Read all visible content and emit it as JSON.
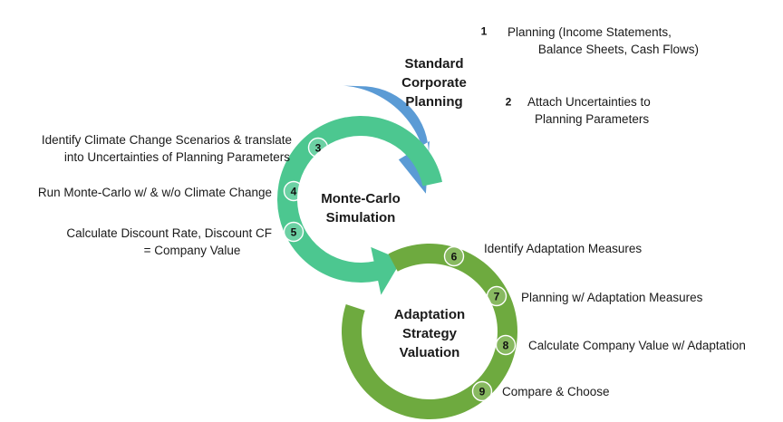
{
  "cycles": [
    {
      "id": "standard",
      "title_lines": [
        "Standard",
        "Corporate",
        "Planning"
      ],
      "color": "#5B9BD5"
    },
    {
      "id": "montecarlo",
      "title_lines": [
        "Monte-Carlo",
        "Simulation"
      ],
      "color": "#4CC790"
    },
    {
      "id": "adaptation",
      "title_lines": [
        "Adaptation",
        "Strategy",
        "Valuation"
      ],
      "color": "#6EAA3F"
    }
  ],
  "steps": [
    {
      "number": "1",
      "lines": [
        "Planning (Income Statements,",
        "Balance Sheets, Cash Flows)"
      ]
    },
    {
      "number": "2",
      "lines": [
        "Attach Uncertainties to",
        "Planning Parameters"
      ]
    },
    {
      "number": "3",
      "lines": [
        "Identify Climate Change Scenarios & translate",
        "into Uncertainties of Planning Parameters"
      ]
    },
    {
      "number": "4",
      "lines": [
        "Run Monte-Carlo w/ & w/o Climate Change"
      ]
    },
    {
      "number": "5",
      "lines": [
        "Calculate Discount Rate, Discount CF",
        "= Company Value"
      ]
    },
    {
      "number": "6",
      "lines": [
        "Identify Adaptation Measures"
      ]
    },
    {
      "number": "7",
      "lines": [
        "Planning w/ Adaptation Measures"
      ]
    },
    {
      "number": "8",
      "lines": [
        "Calculate Company Value w/ Adaptation"
      ]
    },
    {
      "number": "9",
      "lines": [
        "Compare & Choose"
      ]
    }
  ]
}
